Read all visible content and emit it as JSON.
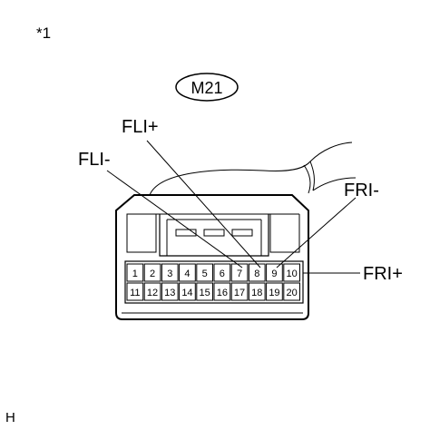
{
  "figure_note": "*1",
  "connector_id": "M21",
  "corner_letter": "H",
  "terminals": {
    "fli_plus": "FLI+",
    "fli_minus": "FLI-",
    "fri_minus": "FRI-",
    "fri_plus": "FRI+"
  },
  "pins_top": [
    "1",
    "2",
    "3",
    "4",
    "5",
    "6",
    "7",
    "8",
    "9",
    "10"
  ],
  "pins_bottom": [
    "11",
    "12",
    "13",
    "14",
    "15",
    "16",
    "17",
    "18",
    "19",
    "20"
  ]
}
